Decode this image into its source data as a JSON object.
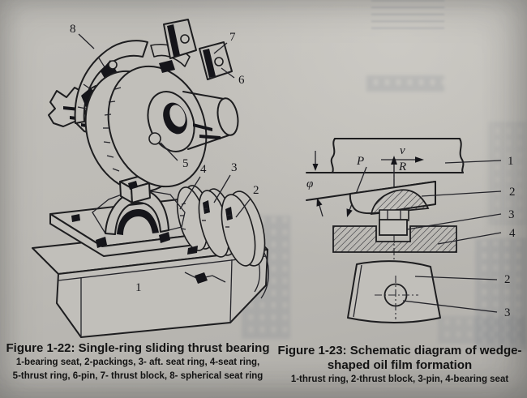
{
  "fig22": {
    "caption_title": "Figure 1-22: Single-ring sliding thrust bearing",
    "caption_line1": "1-bearing seat, 2-packings, 3- aft. seat ring, 4-seat ring,",
    "caption_line2": "5-thrust ring, 6-pin, 7- thrust block, 8- spherical seat ring",
    "labels": {
      "n1": "1",
      "n2": "2",
      "n3": "3",
      "n4": "4",
      "n5": "5",
      "n6": "6",
      "n7": "7",
      "n8": "8"
    }
  },
  "fig23": {
    "caption_title_line1": "Figure 1-23: Schematic diagram of wedge-",
    "caption_title_line2": "shaped oil film formation",
    "caption_sub": "1-thrust ring, 2-thrust block, 3-pin, 4-bearing seat",
    "symbols": {
      "velocity": "v",
      "pressure": "P",
      "reaction": "R",
      "angle": "φ"
    },
    "labels": {
      "n1": "1",
      "n2": "2",
      "n3": "3",
      "n4": "4",
      "n2b": "2",
      "n3b": "3"
    }
  },
  "colors": {
    "paper": "#bdbbb6",
    "ink": "#1d1d1f"
  }
}
